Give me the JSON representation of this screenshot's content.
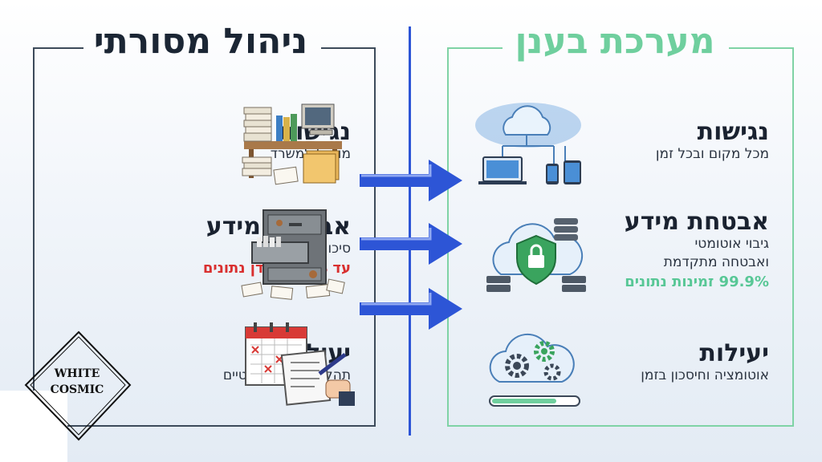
{
  "left": {
    "title": "ניהול מסורתי",
    "items": [
      {
        "title": "נגישות",
        "desc": "מוגבל למשרד"
      },
      {
        "title": "אבטחת מידע",
        "desc": "סיכון לאובדן/נזק",
        "highlight": "עד 40% אובדן נתונים"
      },
      {
        "title": "יעילות",
        "desc": "תהליכים ידניים ואיטיים"
      }
    ]
  },
  "right": {
    "title": "מערכת בענן",
    "items": [
      {
        "title": "נגישות",
        "desc": "מכל מקום ובכל זמן"
      },
      {
        "title": "אבטחת מידע",
        "desc_line1": "גיבוי אוטומטי",
        "desc_line2": "ואבטחה מתקדמת",
        "highlight": "99.9% זמינות נתונים"
      },
      {
        "title": "יעילות",
        "desc": "אוטומציה וחיסכון בזמן"
      }
    ]
  },
  "watermark": {
    "line1": "WHITE",
    "line2": "COSMIC"
  },
  "colors": {
    "traditional": "#1b2634",
    "cloud": "#6fcf9e",
    "arrow": "#2d55d6",
    "loss": "#d92f2f",
    "availability": "#58c796"
  },
  "icons": [
    "paper-stack-icon",
    "filing-cabinet-icon",
    "calendar-icon",
    "cloud-network-icon",
    "cloud-shield-icon",
    "cloud-gears-icon",
    "arrow-right-icon"
  ]
}
